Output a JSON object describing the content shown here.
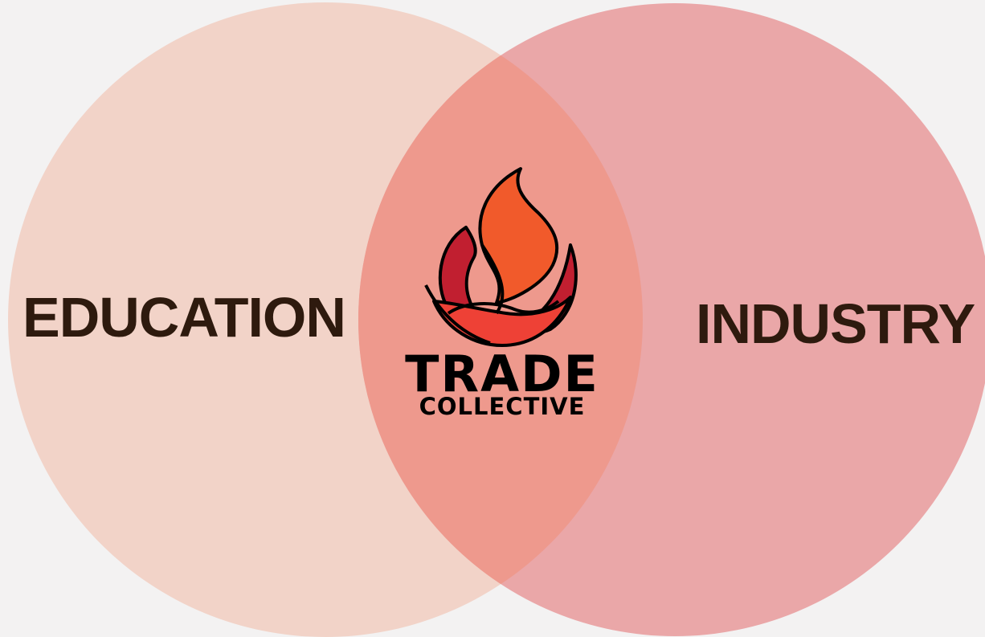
{
  "diagram": {
    "type": "venn",
    "sets": [
      {
        "id": "left",
        "label": "EDUCATION",
        "color": "#f2d3c8"
      },
      {
        "id": "right",
        "label": "INDUSTRY",
        "color": "#eaa7a8"
      }
    ],
    "overlap_color": "#ee998d"
  },
  "logo": {
    "name": "flame-logo",
    "text_line1": "TRADE",
    "text_line2": "COLLECTIVE",
    "colors": {
      "flame_orange": "#f15a2b",
      "flame_red": "#ee4136",
      "flame_dark_red": "#c11f30",
      "outline": "#000000"
    }
  },
  "background_color": "#f3f2f2"
}
